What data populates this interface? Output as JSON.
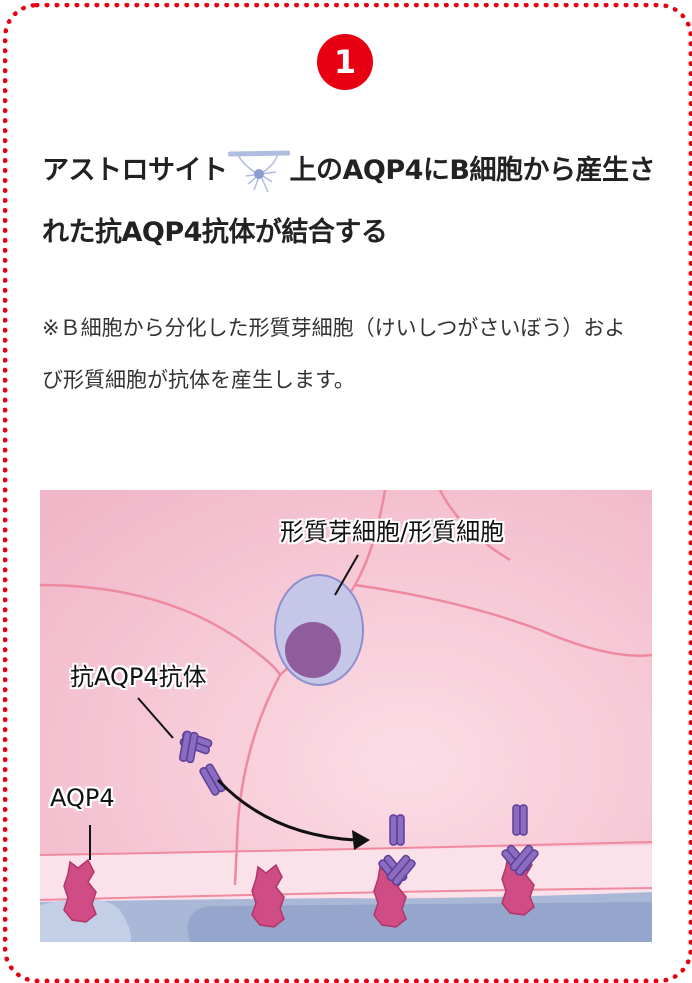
{
  "step": {
    "number": "1"
  },
  "title": {
    "before_icon": "アストロサイト",
    "after_icon": "上のAQP4にB細胞から産生された抗AQP4抗体が結合する",
    "icon": "astrocyte-icon"
  },
  "note": "※Ｂ細胞から分化した形質芽細胞（けいしつがさいぼう）および形質細胞が抗体を産生します。",
  "illustration": {
    "labels": {
      "plasma_cell": "形質芽細胞/形質細胞",
      "antibody": "抗AQP4抗体",
      "aqp4": "AQP4"
    }
  },
  "colors": {
    "accent": "#e60012",
    "cell": "#f2b8c9",
    "antibody": "#7b5bb0",
    "aqp4": "#c8457a",
    "vessel": "#9fb1d3"
  }
}
